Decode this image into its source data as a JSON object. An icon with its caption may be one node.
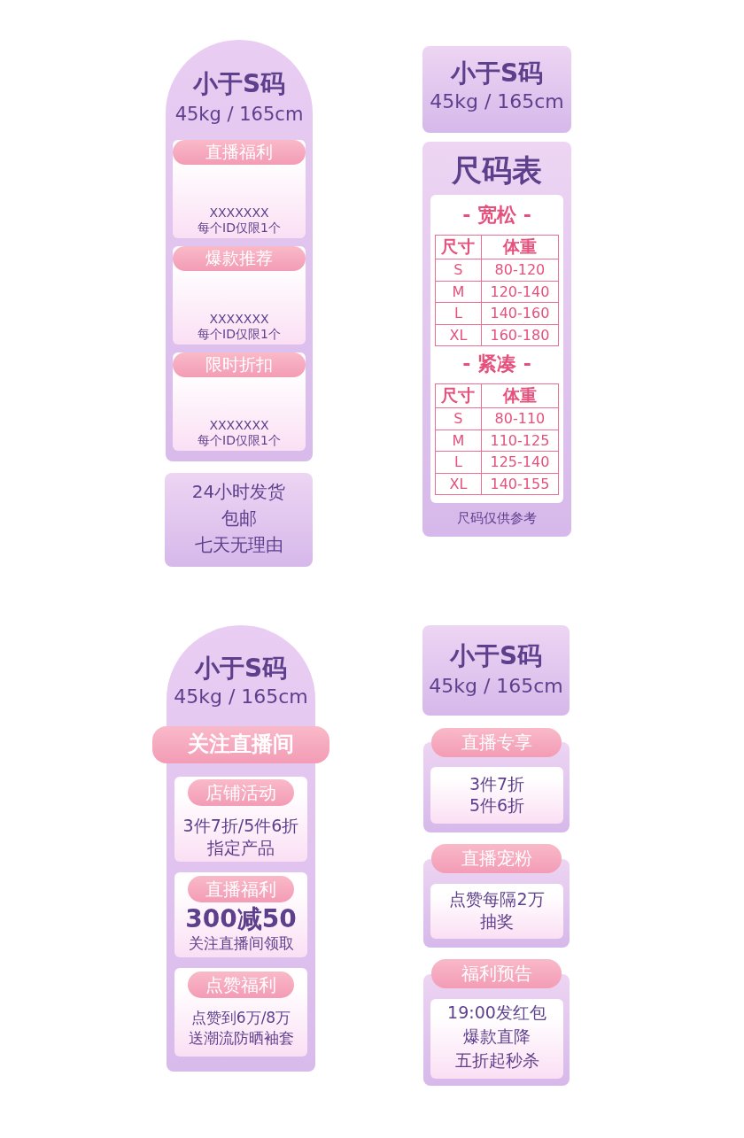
{
  "diagram": {
    "nodes": [
      {
        "text": [
          "小于S码",
          "45kg / 165cm"
        ]
      },
      {
        "text": [
          "XXXXXXX 每个ID仅限1个"
        ],
        "in": 0
      },
      {
        "text": [
          "直播福利"
        ],
        "in": 1
      },
      {
        "text": [
          "XXXXXXX 每个ID仅限1个"
        ],
        "in": 0
      },
      {
        "text": [
          "爆款推荐"
        ],
        "in": 3
      },
      {
        "text": [
          "XXXXXXX 每个ID仅限1个"
        ],
        "in": 0
      },
      {
        "text": [
          "限时折扣"
        ],
        "in": 5
      },
      {
        "text": [
          "24小时发货",
          "包邮",
          "七天无理由"
        ]
      },
      {
        "text": [
          "小于S码",
          "45kg / 165cm"
        ]
      },
      {
        "text": [
          "尺码表",
          "尺码仅供参考"
        ]
      },
      {
        "text": [
          "- 宽松 -",
          "- 紧凑 -"
        ],
        "in": 9
      },
      {
        "text": [
          "小于S码",
          "45kg / 165cm"
        ]
      },
      {
        "text": [
          "关注直播间"
        ]
      },
      {
        "text": [
          "3件7折/5件6折",
          "指定产品"
        ],
        "in": 11
      },
      {
        "text": [
          "店铺活动"
        ],
        "in": 13
      },
      {
        "text": [
          "300减50",
          "关注直播间领取"
        ],
        "in": 11
      },
      {
        "text": [
          "直播福利"
        ],
        "in": 15
      },
      {
        "text": [
          "点赞到6万/8万",
          "送潮流防晒袖套"
        ],
        "in": 11
      },
      {
        "text": [
          "点赞福利"
        ],
        "in": 17
      },
      {
        "text": [
          "小于S码",
          "45kg / 165cm"
        ]
      },
      {
        "text": [],
        "shape": "box"
      },
      {
        "text": [
          "直播专享"
        ]
      },
      {
        "text": [
          "3件7折",
          "5件6折"
        ],
        "in": 20
      },
      {
        "text": [],
        "shape": "box"
      },
      {
        "text": [
          "直播宠粉"
        ]
      },
      {
        "text": [
          "点赞每隔2万",
          "抽奖"
        ],
        "in": 23
      },
      {
        "text": [],
        "shape": "box"
      },
      {
        "text": [
          "福利预告"
        ]
      },
      {
        "text": [
          "19:00发红包",
          "爆款直降",
          "五折起秒杀"
        ],
        "in": 26
      }
    ],
    "labels": [
      "尺寸",
      "体重",
      "S",
      "80-120",
      "M",
      "120-140",
      "L",
      "140-160",
      "XL",
      "160-180",
      "尺寸",
      "体重",
      "S",
      "80-110",
      "M",
      "110-125",
      "L",
      "125-140",
      "XL",
      "140-155"
    ]
  }
}
